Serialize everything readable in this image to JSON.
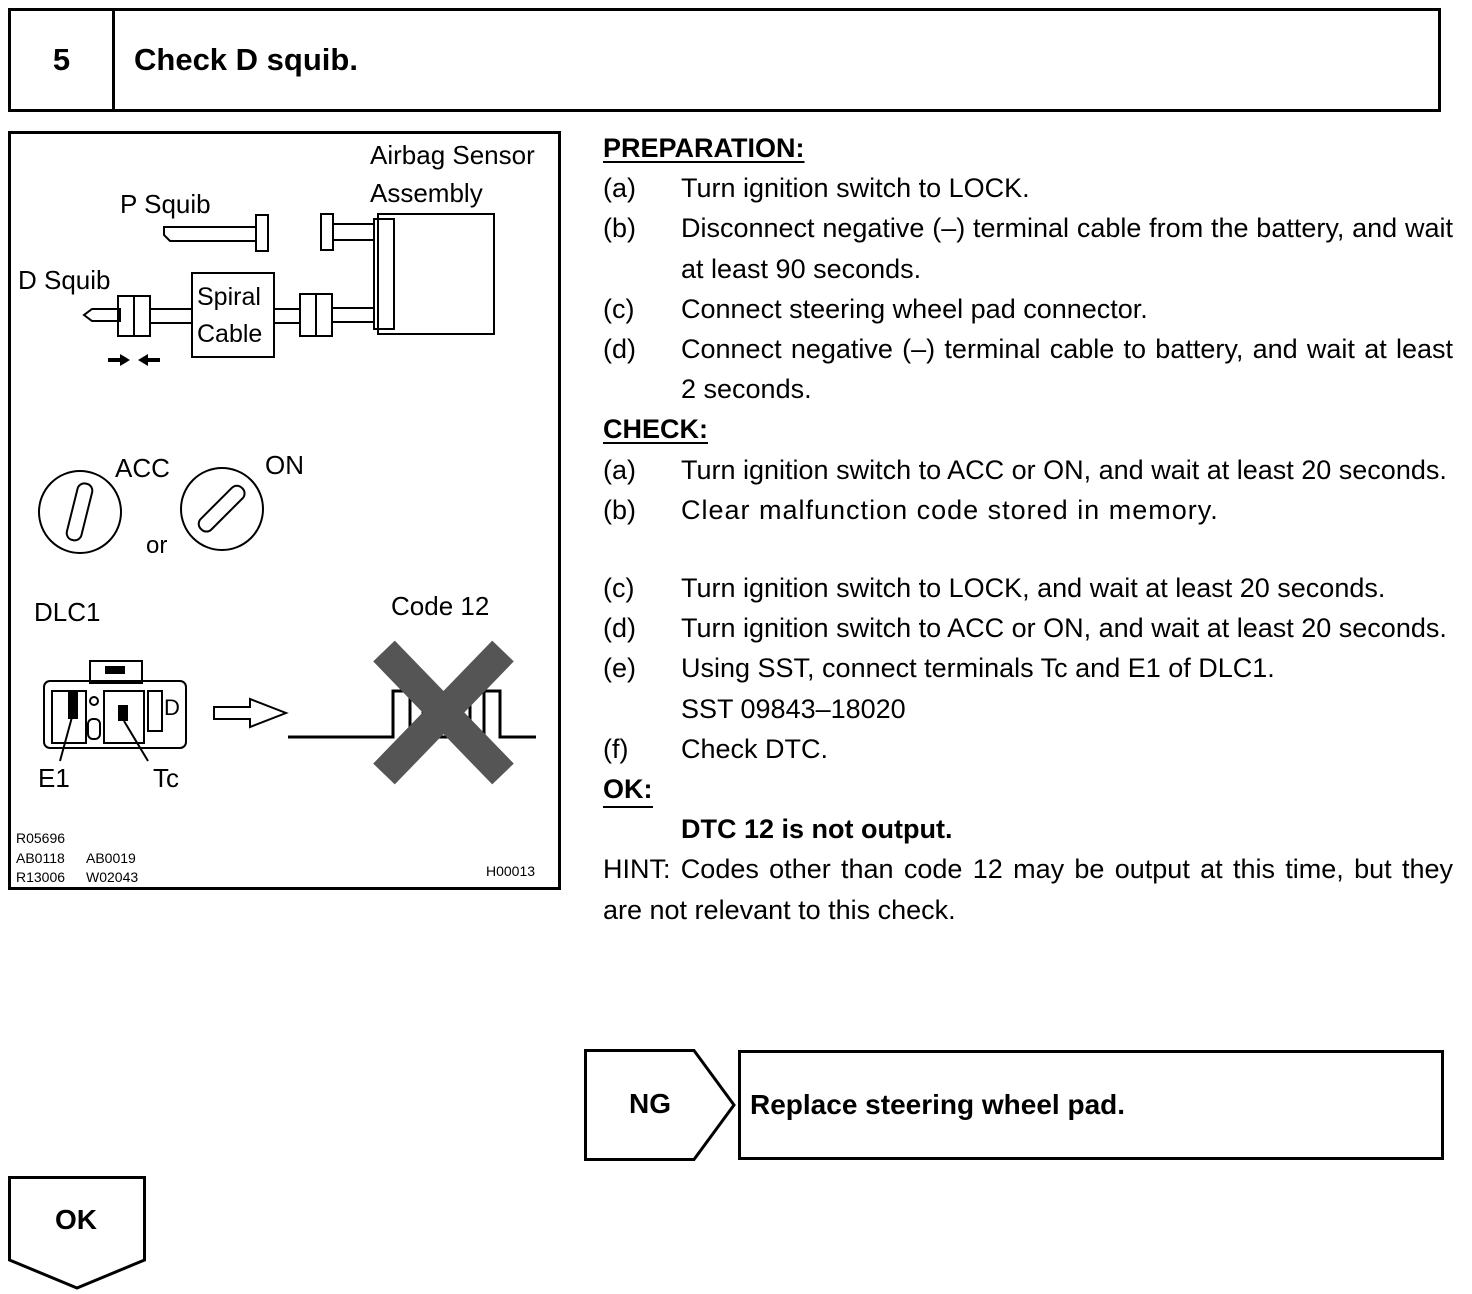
{
  "header": {
    "step_number": "5",
    "title": "Check D squib."
  },
  "figure": {
    "airbag_sensor_line1": "Airbag Sensor",
    "airbag_sensor_line2": "Assembly",
    "p_squib": "P Squib",
    "d_squib": "D Squib",
    "spiral_line1": "Spiral",
    "spiral_line2": "Cable",
    "acc": "ACC",
    "on": "ON",
    "or": "or",
    "dlc1": "DLC1",
    "code_12": "Code 12",
    "e1": "E1",
    "tc": "Tc",
    "ref_1": "R05696",
    "ref_2": "AB0118",
    "ref_3": "AB0019",
    "ref_4": "R13006",
    "ref_5": "W02043",
    "ref_id": "H00013"
  },
  "preparation": {
    "heading": "PREPARATION:",
    "steps": [
      {
        "letter": "(a)",
        "text": "Turn ignition switch to LOCK."
      },
      {
        "letter": "(b)",
        "text": "Disconnect negative (–) terminal cable from the battery, and wait at least 90 seconds."
      },
      {
        "letter": "(c)",
        "text": "Connect steering wheel pad connector."
      },
      {
        "letter": "(d)",
        "text": "Connect negative (–) terminal cable to battery, and wait at least 2 seconds."
      }
    ]
  },
  "check": {
    "heading": "CHECK:",
    "steps": [
      {
        "letter": "(a)",
        "text": "Turn ignition switch to ACC or ON, and wait at least 20 seconds."
      },
      {
        "letter": "(b)",
        "text": "Clear malfunction code stored in memory."
      },
      {
        "letter": "(c)",
        "text": "Turn ignition switch to LOCK, and wait at least 20 seconds."
      },
      {
        "letter": "(d)",
        "text": "Turn ignition switch to ACC or ON, and wait at least 20 seconds."
      },
      {
        "letter": "(e)",
        "text": "Using SST, connect terminals Tc and E1 of DLC1.",
        "sub": "SST 09843–18020"
      },
      {
        "letter": "(f)",
        "text": "Check DTC."
      }
    ]
  },
  "ok": {
    "heading": "OK:",
    "result": "DTC 12 is not output."
  },
  "hint": "HINT: Codes other than code 12 may be output at this time, but they are not relevant to this check.",
  "ng": {
    "label": "NG",
    "action": "Replace steering wheel pad."
  },
  "ok_result": {
    "label": "OK"
  }
}
